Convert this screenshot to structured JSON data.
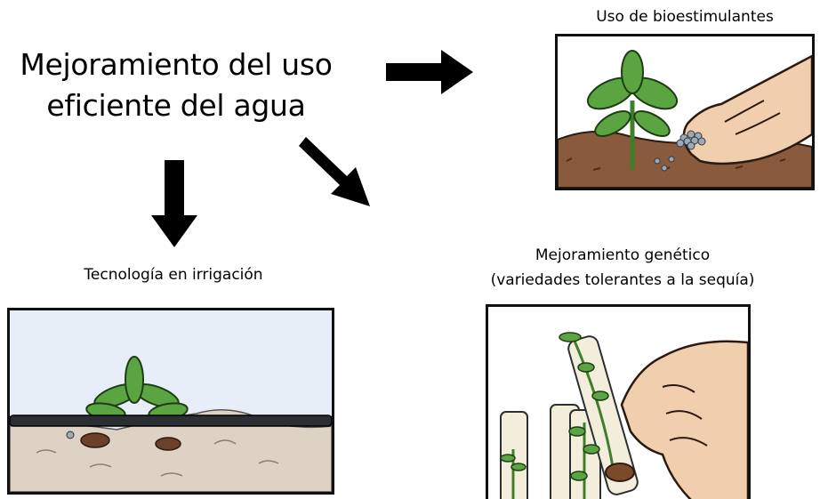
{
  "title": "Mejoramiento del uso eficiente del agua",
  "branches": {
    "bioestimulantes": {
      "label": "Uso de bioestimulantes"
    },
    "irrigacion": {
      "label": "Tecnología en irrigación"
    },
    "genetico": {
      "label_line1": "Mejoramiento genético",
      "label_line2": "(variedades tolerantes a la sequía)"
    }
  },
  "colors": {
    "arrow": "#000000",
    "soil": "#8a5a3c",
    "leaf": "#4f9a3a",
    "sky": "#e8eef7",
    "sand": "#ddd2c4",
    "skin": "#f1cfae"
  },
  "icons": [
    "arrow-right-icon",
    "arrow-down-icon",
    "arrow-diagonal-icon"
  ]
}
